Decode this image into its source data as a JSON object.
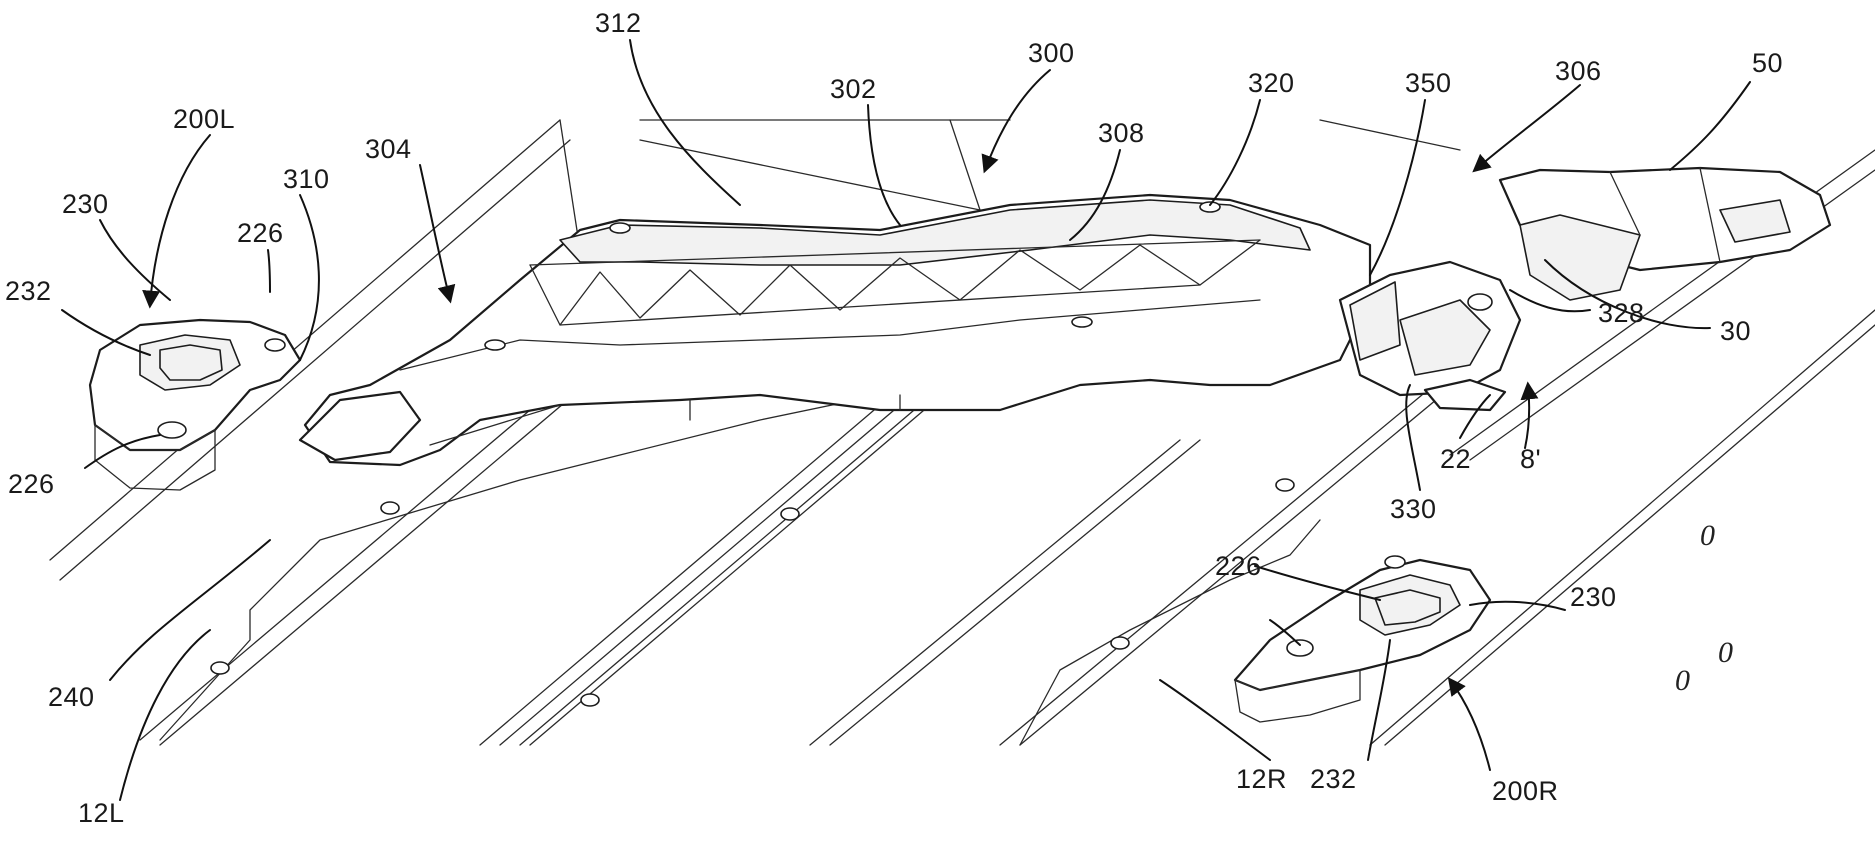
{
  "figure": {
    "labels": {
      "l312": "312",
      "l300": "300",
      "l302": "302",
      "l320": "320",
      "l350": "350",
      "l306": "306",
      "l50": "50",
      "l308": "308",
      "l200L": "200L",
      "l310": "310",
      "l304": "304",
      "l230a": "230",
      "l226a": "226",
      "l232a": "232",
      "l226b": "226",
      "l30": "30",
      "l328": "328",
      "l22": "22",
      "l8p": "8'",
      "l330": "330",
      "l240": "240",
      "l12L": "12L",
      "l226c": "226",
      "l230b": "230",
      "l232b": "232",
      "l12R": "12R",
      "l200R": "200R"
    },
    "marks": {
      "m1": "0",
      "m2": "0",
      "m3": "0"
    }
  }
}
